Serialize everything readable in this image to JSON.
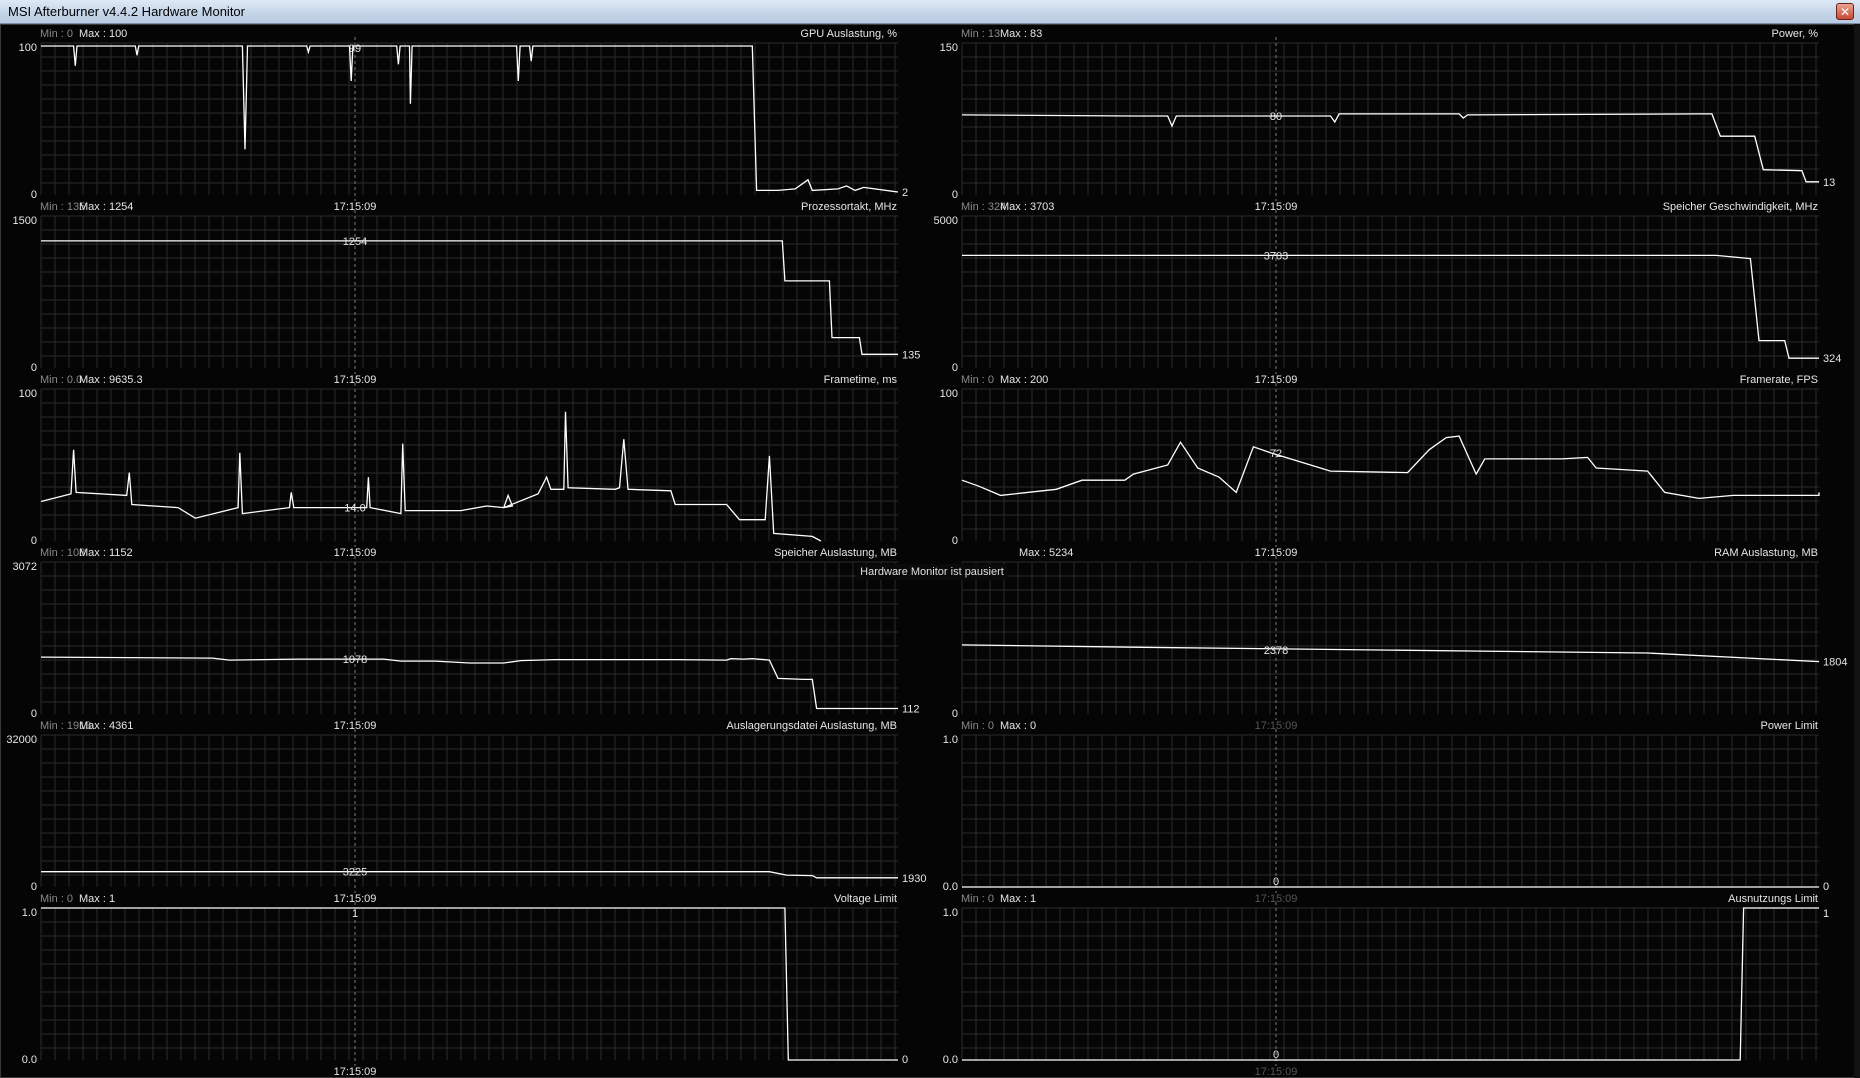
{
  "window": {
    "title": "MSI Afterburner v4.4.2 Hardware Monitor",
    "close_glyph": "✕"
  },
  "pause_text": "Hardware Monitor ist pausiert",
  "timestamp": "17:15:09",
  "colors": {
    "background": "#050505",
    "grid": "#2a2a2a",
    "line": "#ffffff",
    "label": "#e6e6e6",
    "minlabel": "#8a8a8a",
    "cursor": "#7a7a7a"
  },
  "chart_data": [
    {
      "type": "line",
      "title": "GPU Auslastung, %",
      "min_label": "Min : 0",
      "max_label": "Max : 100",
      "ymin": 0,
      "ymax": 100,
      "ymin_label": "0",
      "ymax_label": "100",
      "cursor_value": "99",
      "end_value": "2",
      "points": [
        [
          0,
          98
        ],
        [
          0.038,
          98
        ],
        [
          0.04,
          85
        ],
        [
          0.042,
          98
        ],
        [
          0.11,
          98
        ],
        [
          0.112,
          92
        ],
        [
          0.114,
          98
        ],
        [
          0.235,
          98
        ],
        [
          0.238,
          30
        ],
        [
          0.241,
          98
        ],
        [
          0.31,
          98
        ],
        [
          0.312,
          94
        ],
        [
          0.314,
          98
        ],
        [
          0.36,
          98
        ],
        [
          0.362,
          75
        ],
        [
          0.364,
          98
        ],
        [
          0.415,
          98
        ],
        [
          0.417,
          86
        ],
        [
          0.419,
          98
        ],
        [
          0.43,
          98
        ],
        [
          0.431,
          60
        ],
        [
          0.433,
          98
        ],
        [
          0.555,
          98
        ],
        [
          0.557,
          75
        ],
        [
          0.559,
          98
        ],
        [
          0.57,
          98
        ],
        [
          0.572,
          88
        ],
        [
          0.574,
          98
        ],
        [
          0.83,
          98
        ],
        [
          0.835,
          3
        ],
        [
          0.86,
          3
        ],
        [
          0.88,
          4
        ],
        [
          0.895,
          10
        ],
        [
          0.9,
          3
        ],
        [
          0.93,
          4
        ],
        [
          0.94,
          6
        ],
        [
          0.95,
          3
        ],
        [
          0.96,
          5
        ],
        [
          1,
          2
        ]
      ]
    },
    {
      "type": "line",
      "title": "Power, %",
      "min_label": "Min : 13",
      "max_label": "Max : 83",
      "ymin": 0,
      "ymax": 150,
      "ymin_label": "0",
      "ymax_label": "150",
      "cursor_value": "80",
      "end_value": "13",
      "points": [
        [
          0,
          79
        ],
        [
          0.2,
          78
        ],
        [
          0.24,
          78
        ],
        [
          0.245,
          68
        ],
        [
          0.25,
          78
        ],
        [
          0.43,
          78
        ],
        [
          0.435,
          72
        ],
        [
          0.44,
          80
        ],
        [
          0.58,
          80
        ],
        [
          0.585,
          76
        ],
        [
          0.59,
          79
        ],
        [
          0.86,
          80
        ],
        [
          0.875,
          80
        ],
        [
          0.885,
          58
        ],
        [
          0.915,
          58
        ],
        [
          0.925,
          58
        ],
        [
          0.935,
          25
        ],
        [
          0.98,
          24
        ],
        [
          0.985,
          13
        ],
        [
          1,
          13
        ]
      ]
    },
    {
      "type": "line",
      "title": "Prozessortakt, MHz",
      "min_label": "Min : 135",
      "max_label": "Max : 1254",
      "ymin": 0,
      "ymax": 1500,
      "ymin_label": "0",
      "ymax_label": "1500",
      "cursor_value": "1254",
      "end_value": "135",
      "points": [
        [
          0,
          1254
        ],
        [
          0.865,
          1254
        ],
        [
          0.868,
          860
        ],
        [
          0.92,
          860
        ],
        [
          0.923,
          300
        ],
        [
          0.955,
          300
        ],
        [
          0.958,
          135
        ],
        [
          1,
          135
        ]
      ]
    },
    {
      "type": "line",
      "title": "Speicher Geschwindigkeit, MHz",
      "min_label": "Min : 324",
      "max_label": "Max : 3703",
      "ymin": 0,
      "ymax": 5000,
      "ymin_label": "0",
      "ymax_label": "5000",
      "cursor_value": "3703",
      "end_value": "324",
      "points": [
        [
          0,
          3703
        ],
        [
          0.88,
          3703
        ],
        [
          0.92,
          3600
        ],
        [
          0.93,
          900
        ],
        [
          0.96,
          900
        ],
        [
          0.965,
          324
        ],
        [
          1,
          324
        ]
      ]
    },
    {
      "type": "line",
      "title": "Frametime, ms",
      "min_label": "Min : 0.0",
      "max_label": "Max : 9635.3",
      "ymin": 0,
      "ymax": 100,
      "ymin_label": "0",
      "ymax_label": "100",
      "cursor_value": "14.0",
      "end_value": "",
      "points": [
        [
          0,
          26
        ],
        [
          0.035,
          31
        ],
        [
          0.038,
          60
        ],
        [
          0.041,
          32
        ],
        [
          0.1,
          30
        ],
        [
          0.103,
          45
        ],
        [
          0.106,
          24
        ],
        [
          0.16,
          22
        ],
        [
          0.18,
          15
        ],
        [
          0.23,
          22
        ],
        [
          0.232,
          58
        ],
        [
          0.235,
          18
        ],
        [
          0.29,
          22
        ],
        [
          0.292,
          32
        ],
        [
          0.295,
          22
        ],
        [
          0.38,
          22
        ],
        [
          0.382,
          42
        ],
        [
          0.384,
          22
        ],
        [
          0.42,
          18
        ],
        [
          0.422,
          64
        ],
        [
          0.425,
          20
        ],
        [
          0.47,
          20
        ],
        [
          0.49,
          20
        ],
        [
          0.52,
          23
        ],
        [
          0.54,
          22
        ],
        [
          0.545,
          30
        ],
        [
          0.55,
          23
        ],
        [
          0.54,
          22
        ],
        [
          0.58,
          31
        ],
        [
          0.59,
          42
        ],
        [
          0.595,
          34
        ],
        [
          0.61,
          34
        ],
        [
          0.612,
          85
        ],
        [
          0.615,
          35
        ],
        [
          0.67,
          34
        ],
        [
          0.675,
          35
        ],
        [
          0.68,
          67
        ],
        [
          0.685,
          34
        ],
        [
          0.735,
          33
        ],
        [
          0.74,
          24
        ],
        [
          0.8,
          24
        ],
        [
          0.815,
          14
        ],
        [
          0.845,
          14
        ],
        [
          0.85,
          56
        ],
        [
          0.855,
          5
        ],
        [
          0.9,
          3
        ],
        [
          0.91,
          0
        ]
      ]
    },
    {
      "type": "line",
      "title": "Framerate, FPS",
      "min_label": "Min : 0",
      "max_label": "Max : 200",
      "ymin": 0,
      "ymax": 100,
      "ymin_label": "0",
      "ymax_label": "100",
      "cursor_value": "72",
      "end_value": "",
      "points": [
        [
          0,
          40
        ],
        [
          0.02,
          36
        ],
        [
          0.045,
          30
        ],
        [
          0.11,
          34
        ],
        [
          0.14,
          40
        ],
        [
          0.19,
          40
        ],
        [
          0.2,
          44
        ],
        [
          0.24,
          50
        ],
        [
          0.255,
          65
        ],
        [
          0.275,
          48
        ],
        [
          0.3,
          42
        ],
        [
          0.32,
          32
        ],
        [
          0.34,
          62
        ],
        [
          0.36,
          58
        ],
        [
          0.43,
          46
        ],
        [
          0.52,
          45
        ],
        [
          0.545,
          60
        ],
        [
          0.565,
          68
        ],
        [
          0.58,
          69
        ],
        [
          0.6,
          44
        ],
        [
          0.61,
          54
        ],
        [
          0.7,
          54
        ],
        [
          0.73,
          55
        ],
        [
          0.74,
          48
        ],
        [
          0.8,
          46
        ],
        [
          0.82,
          32
        ],
        [
          0.86,
          28
        ],
        [
          0.9,
          30
        ],
        [
          0.96,
          30
        ],
        [
          1.0,
          30
        ],
        [
          1.05,
          30
        ],
        [
          1.07,
          31
        ],
        [
          1.09,
          31
        ],
        [
          1.095,
          32
        ],
        [
          1.12,
          32
        ],
        [
          1.14,
          32
        ],
        [
          1.16,
          32
        ],
        [
          1.2,
          32
        ],
        [
          1.22,
          32
        ]
      ]
    },
    {
      "type": "line",
      "title": "Speicher Auslastung, MB",
      "min_label": "Min : 108",
      "max_label": "Max : 1152",
      "ymin": 0,
      "ymax": 3072,
      "ymin_label": "0",
      "ymax_label": "3072",
      "cursor_value": "1078",
      "end_value": "112",
      "points": [
        [
          0,
          1150
        ],
        [
          0.2,
          1130
        ],
        [
          0.22,
          1090
        ],
        [
          0.3,
          1110
        ],
        [
          0.4,
          1110
        ],
        [
          0.42,
          1070
        ],
        [
          0.46,
          1070
        ],
        [
          0.5,
          1030
        ],
        [
          0.54,
          1030
        ],
        [
          0.56,
          1080
        ],
        [
          0.6,
          1100
        ],
        [
          0.7,
          1100
        ],
        [
          0.74,
          1100
        ],
        [
          0.8,
          1090
        ],
        [
          0.805,
          1120
        ],
        [
          0.82,
          1110
        ],
        [
          0.83,
          1120
        ],
        [
          0.85,
          1090
        ],
        [
          0.86,
          720
        ],
        [
          0.89,
          700
        ],
        [
          0.9,
          700
        ],
        [
          0.905,
          112
        ],
        [
          1,
          112
        ]
      ]
    },
    {
      "type": "line",
      "title": "RAM Auslastung, MB",
      "min_label": "",
      "max_label": "Max : 5234",
      "ymin": 0,
      "ymax": 5234,
      "ymin_label": "0",
      "ymax_label": "",
      "cursor_value": "2378",
      "end_value": "1804",
      "points": [
        [
          0,
          2378
        ],
        [
          0.2,
          2300
        ],
        [
          0.5,
          2200
        ],
        [
          0.8,
          2100
        ],
        [
          1,
          1804
        ]
      ]
    },
    {
      "type": "line",
      "title": "Auslagerungsdatei Auslastung, MB",
      "min_label": "Min : 1913",
      "max_label": "Max : 4361",
      "ymin": 0,
      "ymax": 32000,
      "ymin_label": "0",
      "ymax_label": "32000",
      "cursor_value": "3225",
      "end_value": "1930",
      "points": [
        [
          0,
          3225
        ],
        [
          0.85,
          3225
        ],
        [
          0.87,
          2500
        ],
        [
          0.9,
          2400
        ],
        [
          0.905,
          1930
        ],
        [
          1,
          1930
        ]
      ]
    },
    {
      "type": "line",
      "title": "Power Limit",
      "min_label": "Min : 0",
      "max_label": "Max : 0",
      "ymin": 0,
      "ymax": 1,
      "ymin_label": "0.0",
      "ymax_label": "1.0",
      "cursor_value": "0",
      "end_value": "0",
      "points": [
        [
          0,
          0
        ],
        [
          1,
          0
        ]
      ]
    },
    {
      "type": "line",
      "title": "Voltage Limit",
      "min_label": "Min : 0",
      "max_label": "Max : 1",
      "ymin": 0,
      "ymax": 1,
      "ymin_label": "0.0",
      "ymax_label": "1.0",
      "cursor_value": "1",
      "end_value": "0",
      "points": [
        [
          0,
          1
        ],
        [
          0.868,
          1
        ],
        [
          0.872,
          0
        ],
        [
          1,
          0
        ]
      ]
    },
    {
      "type": "line",
      "title": "Ausnutzungs Limit",
      "min_label": "Min : 0",
      "max_label": "Max : 1",
      "ymin": 0,
      "ymax": 1,
      "ymin_label": "0.0",
      "ymax_label": "1.0",
      "cursor_value": "0",
      "end_value": "1",
      "points": [
        [
          0,
          0
        ],
        [
          0.908,
          0
        ],
        [
          0.912,
          1
        ],
        [
          1,
          1
        ]
      ]
    }
  ]
}
